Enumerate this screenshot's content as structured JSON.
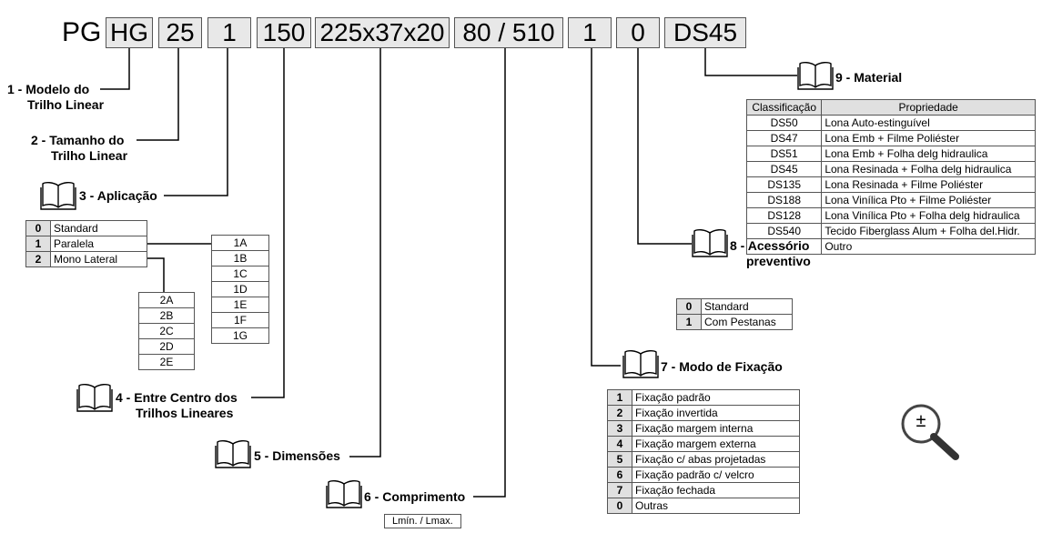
{
  "code": {
    "prefix": "PG",
    "segments": [
      "HG",
      "25",
      "1",
      "150",
      "225x37x20",
      "80 / 510",
      "1",
      "0",
      "DS45"
    ]
  },
  "labels": {
    "l1": [
      "1 - Modelo do",
      "Trilho Linear"
    ],
    "l2": [
      "2 - Tamanho do",
      "Trilho Linear"
    ],
    "l3": "3 - Aplicação",
    "l4": [
      "4 - Entre Centro dos",
      "Trilhos Lineares"
    ],
    "l5": "5 - Dimensões",
    "l6": "6 - Comprimento",
    "l7": "7 - Modo de Fixação",
    "l8": [
      "8 - Acessório",
      "preventivo"
    ],
    "l9": "9 - Material"
  },
  "comprimento_note": "Lmín. / Lmax.",
  "aplicacao": [
    {
      "k": "0",
      "v": "Standard"
    },
    {
      "k": "1",
      "v": "Paralela"
    },
    {
      "k": "2",
      "v": "Mono Lateral"
    }
  ],
  "paralela_options": [
    "1A",
    "1B",
    "1C",
    "1D",
    "1E",
    "1F",
    "1G"
  ],
  "mono_options": [
    "2A",
    "2B",
    "2C",
    "2D",
    "2E"
  ],
  "fixacao": [
    {
      "k": "1",
      "v": "Fixação padrão"
    },
    {
      "k": "2",
      "v": "Fixação invertida"
    },
    {
      "k": "3",
      "v": "Fixação margem interna"
    },
    {
      "k": "4",
      "v": "Fixação margem externa"
    },
    {
      "k": "5",
      "v": "Fixação c/ abas projetadas"
    },
    {
      "k": "6",
      "v": "Fixação padrão c/ velcro"
    },
    {
      "k": "7",
      "v": "Fixação  fechada"
    },
    {
      "k": "0",
      "v": "Outras"
    }
  ],
  "acessorio": [
    {
      "k": "0",
      "v": "Standard"
    },
    {
      "k": "1",
      "v": "Com Pestanas"
    }
  ],
  "material": {
    "headers": [
      "Classificação",
      "Propriedade"
    ],
    "rows": [
      [
        "DS50",
        "Lona Auto-estinguível"
      ],
      [
        "DS47",
        "Lona Emb + Filme Poliéster"
      ],
      [
        "DS51",
        "Lona Emb + Folha delg hidraulica"
      ],
      [
        "DS45",
        "Lona Resinada + Folha delg hidraulica"
      ],
      [
        "DS135",
        "Lona Resinada + Filme Poliéster"
      ],
      [
        "DS188",
        "Lona Vinílica Pto + Filme Poliéster"
      ],
      [
        "DS128",
        "Lona Vinílica Pto + Folha delg hidraulica"
      ],
      [
        "DS540",
        "Tecido Fiberglass Alum + Folha del.Hidr."
      ],
      [
        "-",
        "Outro"
      ]
    ]
  },
  "zoom_symbol": "±"
}
